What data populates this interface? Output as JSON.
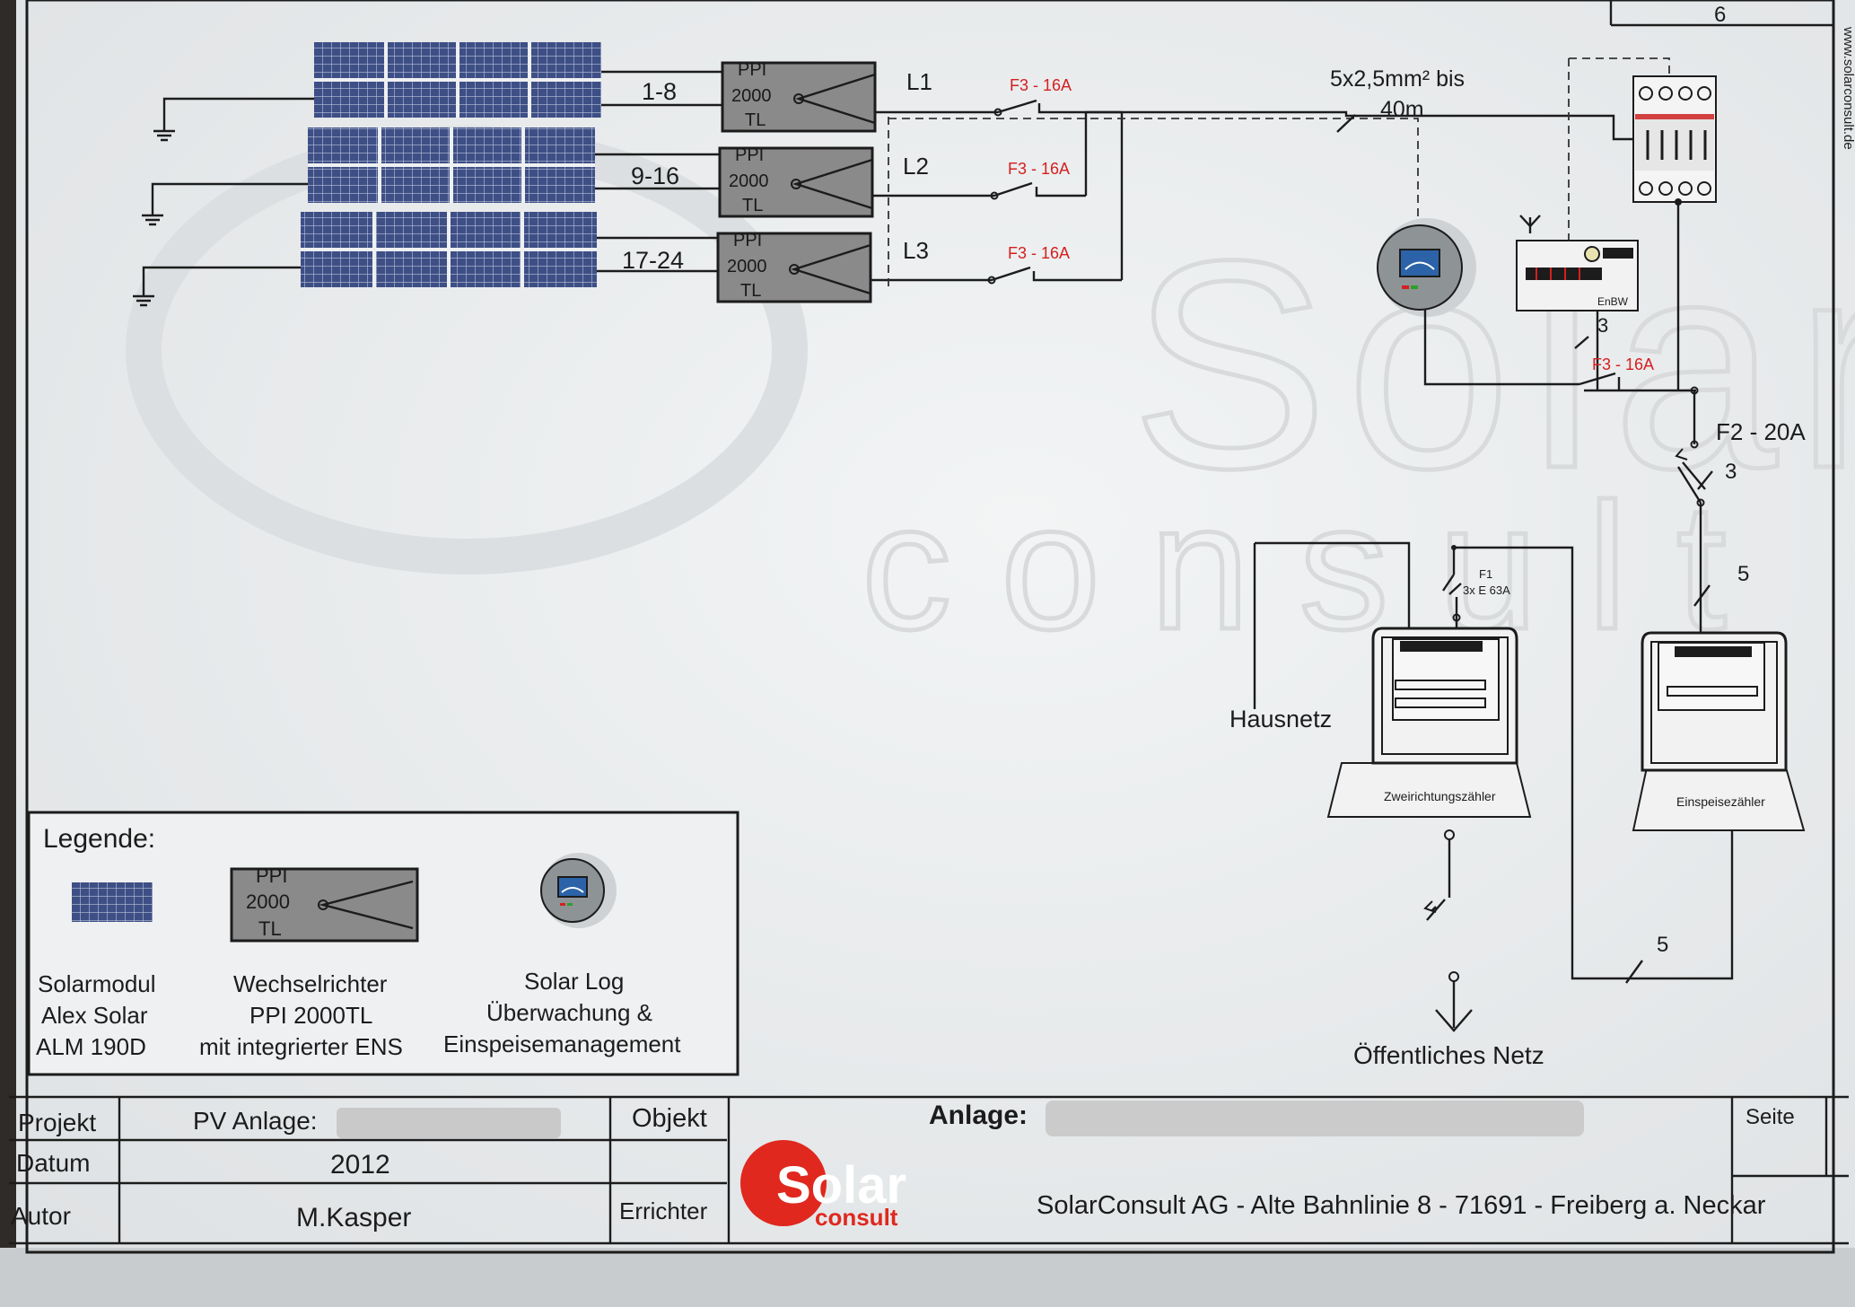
{
  "side_url": "www.solarconsult.de",
  "sheet_number": "6",
  "cable_label_line1": "5x2,5mm² bis",
  "cable_label_line2": "40m",
  "watermark": {
    "line1": "Solar",
    "line2": "consult"
  },
  "strings": [
    {
      "label": "1-8",
      "phase": "L1",
      "fuse": "F3 - 16A"
    },
    {
      "label": "9-16",
      "phase": "L2",
      "fuse": "F3 - 16A"
    },
    {
      "label": "17-24",
      "phase": "L3",
      "fuse": "F3 - 16A"
    }
  ],
  "inverter": {
    "line1": "PPI",
    "line2": "2000",
    "line3": "TL"
  },
  "meter_enbw": {
    "brand": "EnBW",
    "count": "3",
    "fuse": "F3 - 16A"
  },
  "main_fuse": {
    "label": "F2 - 20A",
    "count": "3"
  },
  "wire_count_5": "5",
  "f1": {
    "line1": "F1",
    "line2": "3x E 63A"
  },
  "hausnetz": "Hausnetz",
  "meter_bidirectional": "Zweirichtungszähler",
  "meter_feed_in": "Einspeisezähler",
  "grid_label": "Öffentliches Netz",
  "return_count": "5",
  "legend": {
    "title": "Legende:",
    "items": [
      {
        "line1": "Solarmodul",
        "line2": "Alex Solar",
        "line3": "ALM 190D"
      },
      {
        "line1": "Wechselrichter",
        "line2": "PPI 2000TL",
        "line3": "mit integrierter ENS"
      },
      {
        "line1": "Solar Log",
        "line2": "Überwachung &",
        "line3": "Einspeisemanagement"
      }
    ]
  },
  "title_block": {
    "projekt_label": "Projekt",
    "pv_anlage_label": "PV Anlage:",
    "objekt_label": "Objekt",
    "anlage_label": "Anlage:",
    "seite_label": "Seite",
    "datum_label": "Datum",
    "datum_value": "2012",
    "autor_label": "Autor",
    "autor_value": "M.Kasper",
    "errichter_label": "Errichter",
    "logo_text": "Solar",
    "logo_sub": "consult",
    "company": "SolarConsult AG - Alte Bahnlinie 8 - 71691 - Freiberg a. Neckar"
  },
  "colors": {
    "paper": "#eef0f1",
    "line": "#1c1c1c",
    "fuse_red": "#d42020",
    "panel": "#3f4f86",
    "inverter": "#8a8a8a",
    "logo_red": "#e0281e"
  }
}
